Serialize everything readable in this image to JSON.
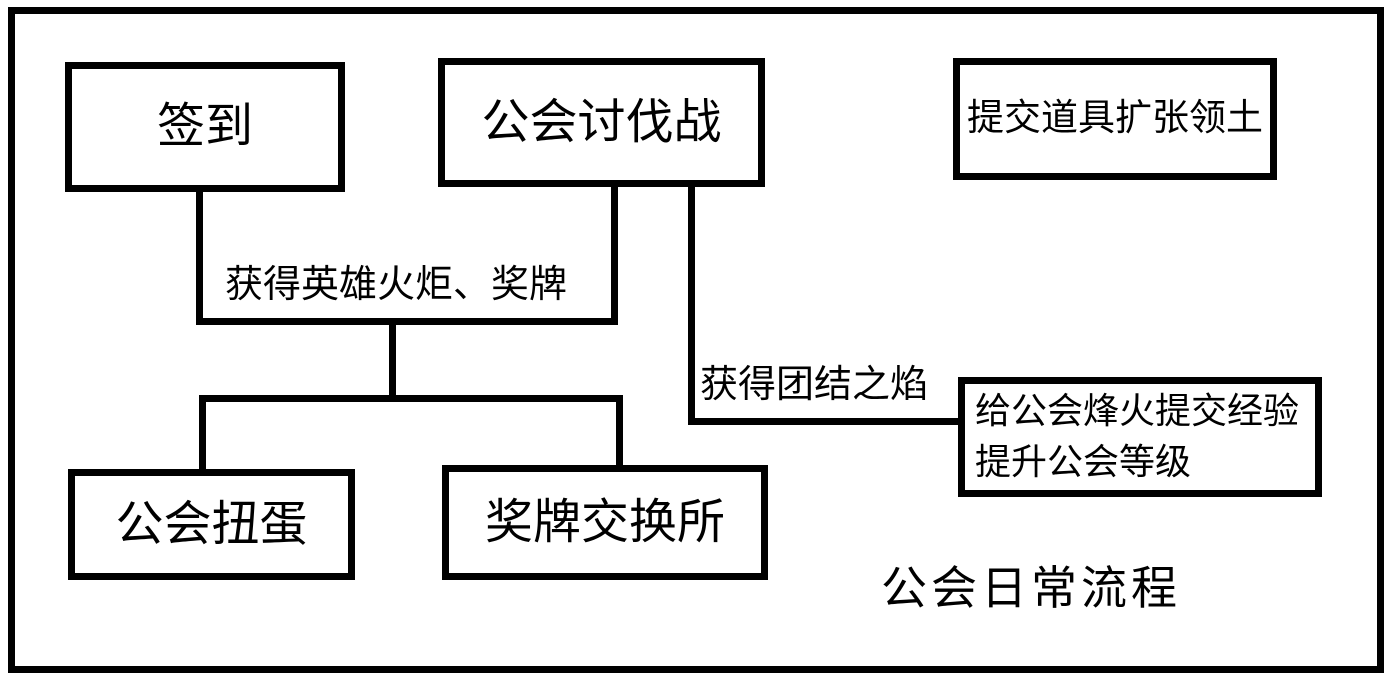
{
  "diagram": {
    "title": "公会日常流程",
    "background_color": "#ffffff",
    "line_color": "#000000",
    "nodes": {
      "sign_in": {
        "label": "签到"
      },
      "guild_crusade": {
        "label": "公会讨伐战"
      },
      "submit_items": {
        "label": "提交道具扩张领土"
      },
      "guild_gacha": {
        "label": "公会扭蛋"
      },
      "medal_exchange": {
        "label": "奖牌交换所"
      },
      "guild_beacon": {
        "line1": "给公会烽火提交经验",
        "line2": "提升公会等级"
      }
    },
    "edge_labels": {
      "rewards": "获得英雄火炬、奖牌",
      "unity_flame": "获得团结之焰"
    }
  }
}
